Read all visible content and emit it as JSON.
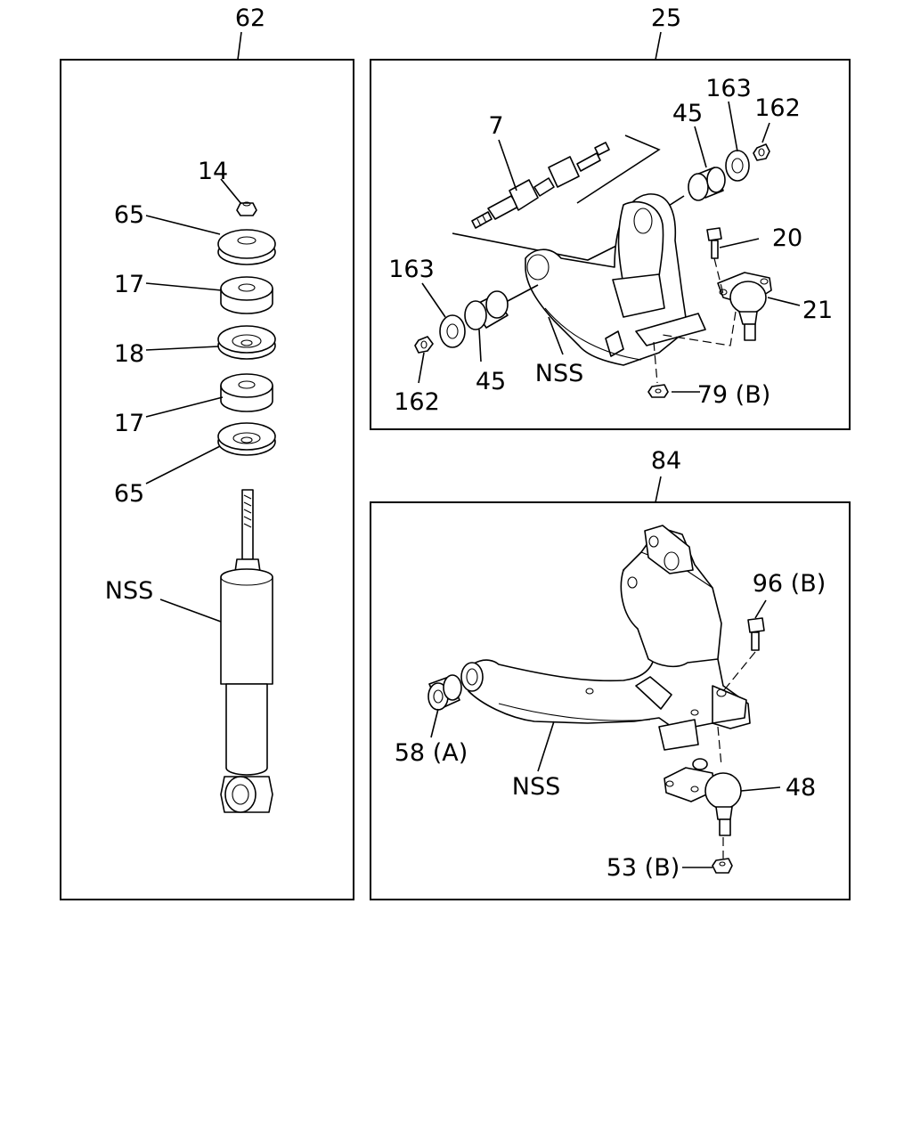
{
  "groups": {
    "shock_absorber": "62",
    "upper_arm": "25",
    "lower_arm": "84"
  },
  "shock_labels": {
    "nut": "14",
    "washer_top": "65",
    "bushing_top": "17",
    "plate": "18",
    "bushing_bottom": "17",
    "washer_bottom": "65",
    "shock": "NSS"
  },
  "upper_labels": {
    "shaft": "7",
    "bushing_right": "45",
    "washer_right": "163",
    "nut_right": "162",
    "bolt": "20",
    "ball_joint": "21",
    "washer_left": "163",
    "nut_left": "162",
    "bushing_left": "45",
    "arm": "NSS",
    "nut_ball": "79 (B)"
  },
  "lower_labels": {
    "bolt": "96 (B)",
    "bushing": "58 (A)",
    "arm": "NSS",
    "ball_joint": "48",
    "nut": "53 (B)"
  }
}
